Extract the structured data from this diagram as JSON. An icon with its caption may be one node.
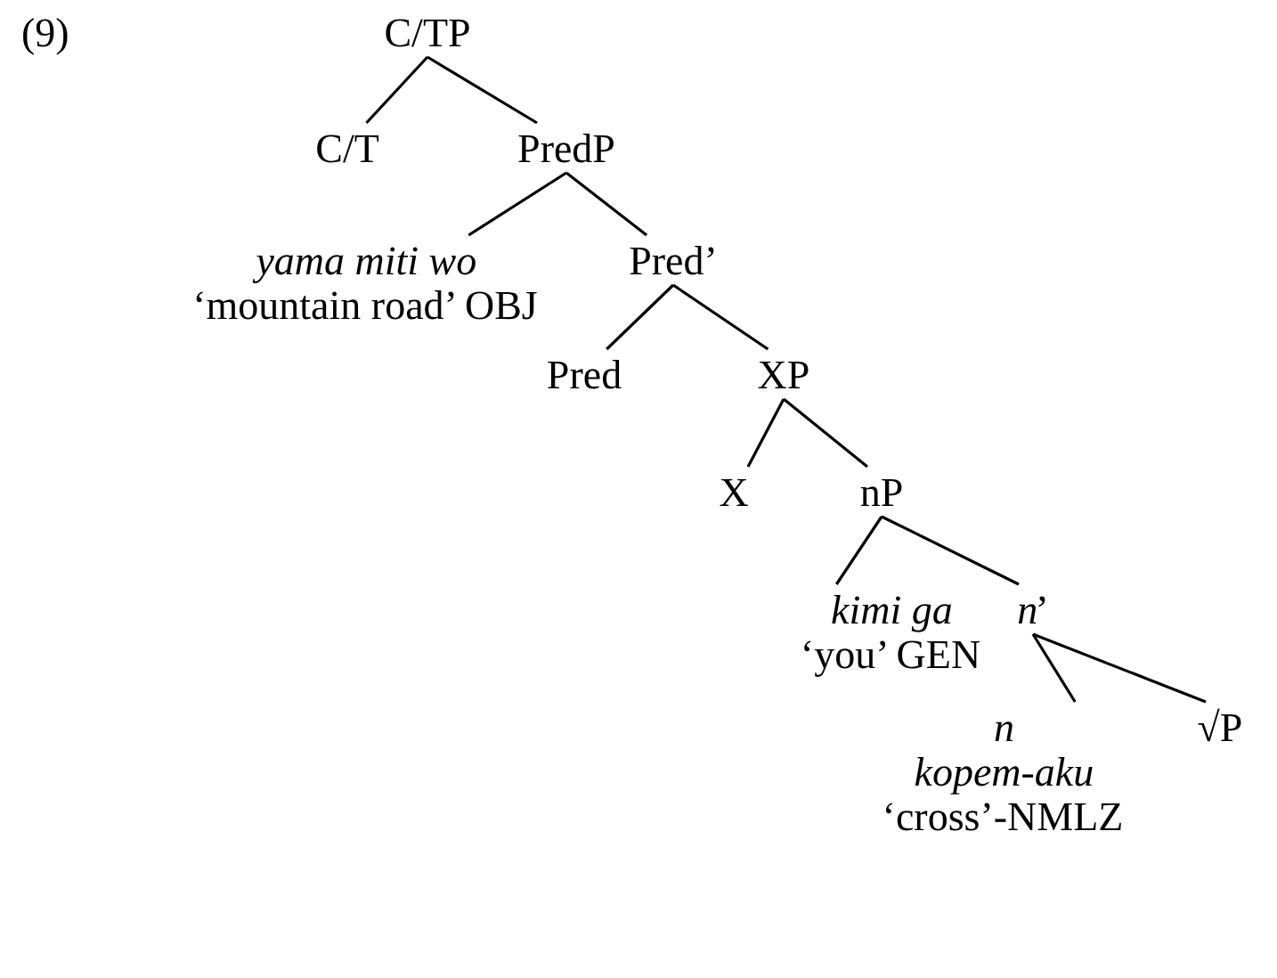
{
  "diagram": {
    "nodes": [
      {
        "text": [
          "C/TP"
        ]
      },
      {
        "text": [
          "C/T"
        ]
      },
      {
        "text": [
          "PredP"
        ]
      },
      {
        "text": [
          "*yama miti wo*",
          "‘mountain road’ OBJ"
        ]
      },
      {
        "text": [
          "Pred’"
        ]
      },
      {
        "text": [
          "Pred"
        ]
      },
      {
        "text": [
          "XP"
        ]
      },
      {
        "text": [
          "X"
        ]
      },
      {
        "text": [
          "nP"
        ]
      },
      {
        "text": [
          "*kimi ga*",
          "‘you’ GEN"
        ]
      },
      {
        "text": [
          "*n*’"
        ]
      },
      {
        "text": [
          "*n*",
          "*kopem-aku*",
          "‘cross’-NMLZ"
        ]
      },
      {
        "text": [
          "√P"
        ]
      }
    ],
    "edges": [
      {
        "from": 0,
        "to": 1,
        "arrow": "none"
      },
      {
        "from": 0,
        "to": 2,
        "arrow": "none"
      },
      {
        "from": 2,
        "to": 3,
        "arrow": "none"
      },
      {
        "from": 2,
        "to": 4,
        "arrow": "none"
      },
      {
        "from": 4,
        "to": 5,
        "arrow": "none"
      },
      {
        "from": 4,
        "to": 6,
        "arrow": "none"
      },
      {
        "from": 6,
        "to": 7,
        "arrow": "none"
      },
      {
        "from": 6,
        "to": 8,
        "arrow": "none"
      },
      {
        "from": 8,
        "to": 9,
        "arrow": "none"
      },
      {
        "from": 8,
        "to": 10,
        "arrow": "none"
      },
      {
        "from": 10,
        "to": 11,
        "arrow": "none"
      },
      {
        "from": 10,
        "to": 12,
        "arrow": "none"
      }
    ],
    "labels": [
      "(9)"
    ]
  }
}
